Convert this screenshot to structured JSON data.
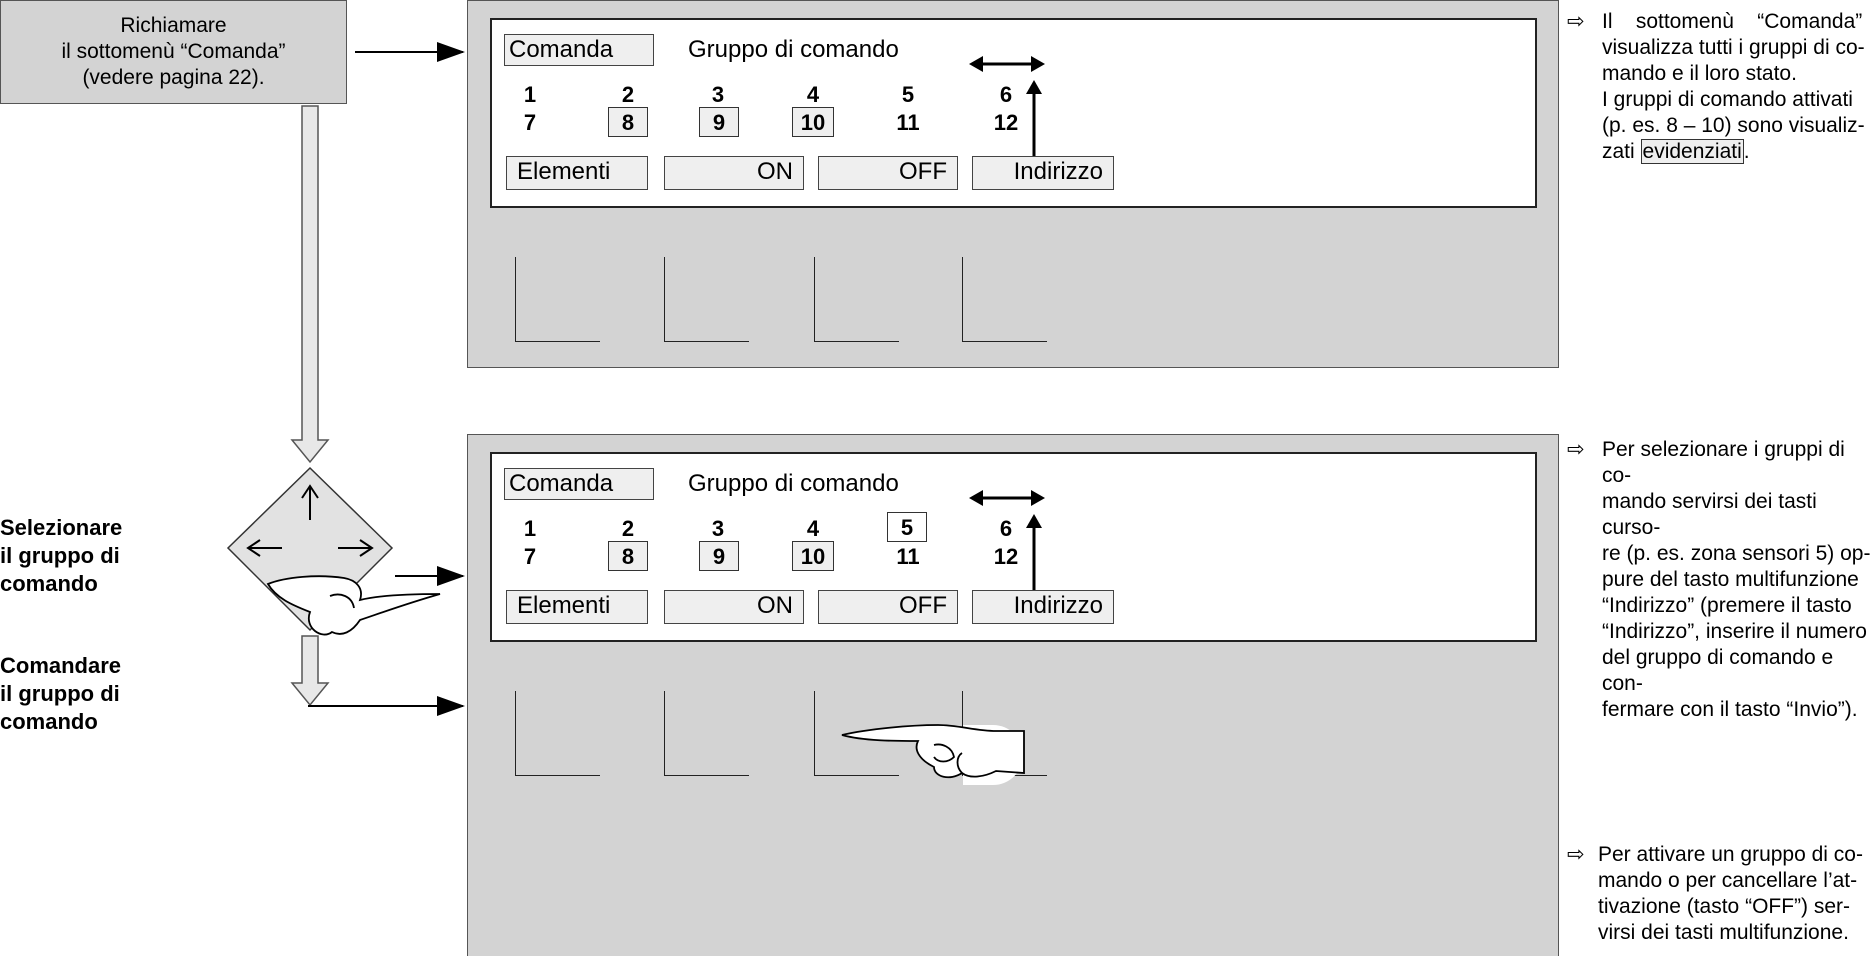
{
  "step_box": {
    "lines": [
      "Richiamare",
      "il sottomenù “Comanda”",
      "(vedere pagina 22)."
    ]
  },
  "screen_top": {
    "menu_title": "Comanda",
    "header": "Gruppo di comando",
    "numbers_row1": [
      "1",
      "2",
      "3",
      "4",
      "5",
      "6"
    ],
    "numbers_row2": [
      "7",
      "8",
      "9",
      "10",
      "11",
      "12"
    ],
    "highlighted": [
      "8",
      "9",
      "10"
    ],
    "softkeys": [
      "Elementi",
      "ON",
      "OFF",
      "Indirizzo"
    ]
  },
  "screen_bottom": {
    "menu_title": "Comanda",
    "header": "Gruppo di comando",
    "numbers_row1": [
      "1",
      "2",
      "3",
      "4",
      "5",
      "6"
    ],
    "numbers_row2": [
      "7",
      "8",
      "9",
      "10",
      "11",
      "12"
    ],
    "highlighted": [
      "8",
      "9",
      "10",
      "5"
    ],
    "softkeys": [
      "Elementi",
      "ON",
      "OFF",
      "Indirizzo"
    ]
  },
  "left_labels": {
    "select": [
      "Selezionare",
      "il gruppo di",
      "comando"
    ],
    "command": [
      "Comandare",
      "il gruppo di",
      "comando"
    ]
  },
  "notes": {
    "note1": {
      "lines": [
        "Il    sottomenù    “Comanda”",
        "visualizza tutti i gruppi di co-",
        "mando e il loro stato.",
        "I gruppi di comando attivati",
        "(p. es. 8 – 10) sono visualiz-"
      ],
      "last_prefix": "zati ",
      "highlight_word": "evidenziati",
      "last_suffix": "."
    },
    "note2": {
      "lines": [
        "Per selezionare i gruppi di co-",
        "mando servirsi dei tasti curso-",
        "re (p. es. zona sensori 5) op-",
        "pure del tasto multifunzione",
        "“Indirizzo” (premere il tasto",
        "“Indirizzo”, inserire il numero",
        "del gruppo di comando e con-",
        "fermare con il tasto “Invio”)."
      ]
    },
    "note3": {
      "lines": [
        "Per attivare un gruppo di co-",
        "mando o per cancellare l’at-",
        "tivazione (tasto “OFF”) ser-",
        "virsi dei tasti multifunzione."
      ]
    },
    "note_arrow": "⇨"
  },
  "icons": {
    "cursor_pad": "diamond-cursor-keys",
    "hand": "pointing-hand",
    "arrows": [
      "left-right-arrow",
      "up-down-arrow"
    ]
  }
}
